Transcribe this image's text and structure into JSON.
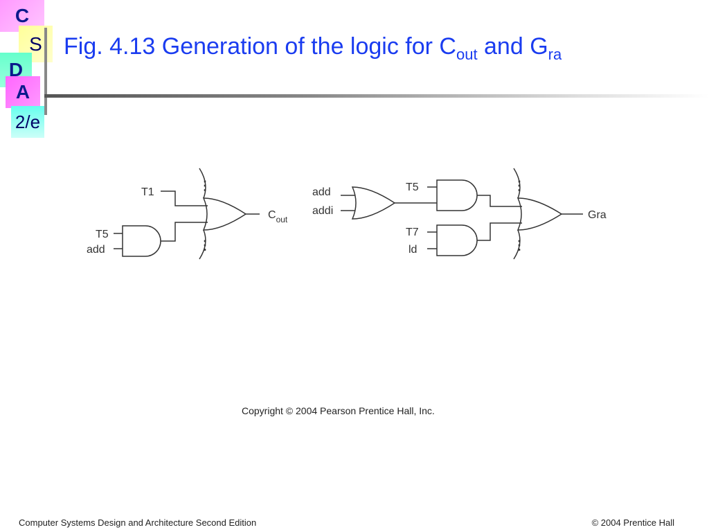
{
  "logo": {
    "c": "C",
    "s": "S",
    "d": "D",
    "a": "A",
    "edition": "2/e"
  },
  "title": {
    "prefix": "Fig. 4.13   Generation of the logic for C",
    "sub1": "out",
    "middle": " and G",
    "sub2": "ra"
  },
  "diagram": {
    "left": {
      "inputs": [
        "T1",
        "T5",
        "add"
      ],
      "output_main": "C",
      "output_sub": "out"
    },
    "right": {
      "inputs": [
        "add",
        "addi",
        "T5",
        "T7",
        "ld"
      ],
      "output": "Gra"
    },
    "ellipsis": "⋮"
  },
  "copyright": "Copyright © 2004 Pearson Prentice Hall, Inc.",
  "footer": {
    "left": "Computer Systems Design and Architecture Second Edition",
    "right": "© 2004 Prentice Hall"
  }
}
